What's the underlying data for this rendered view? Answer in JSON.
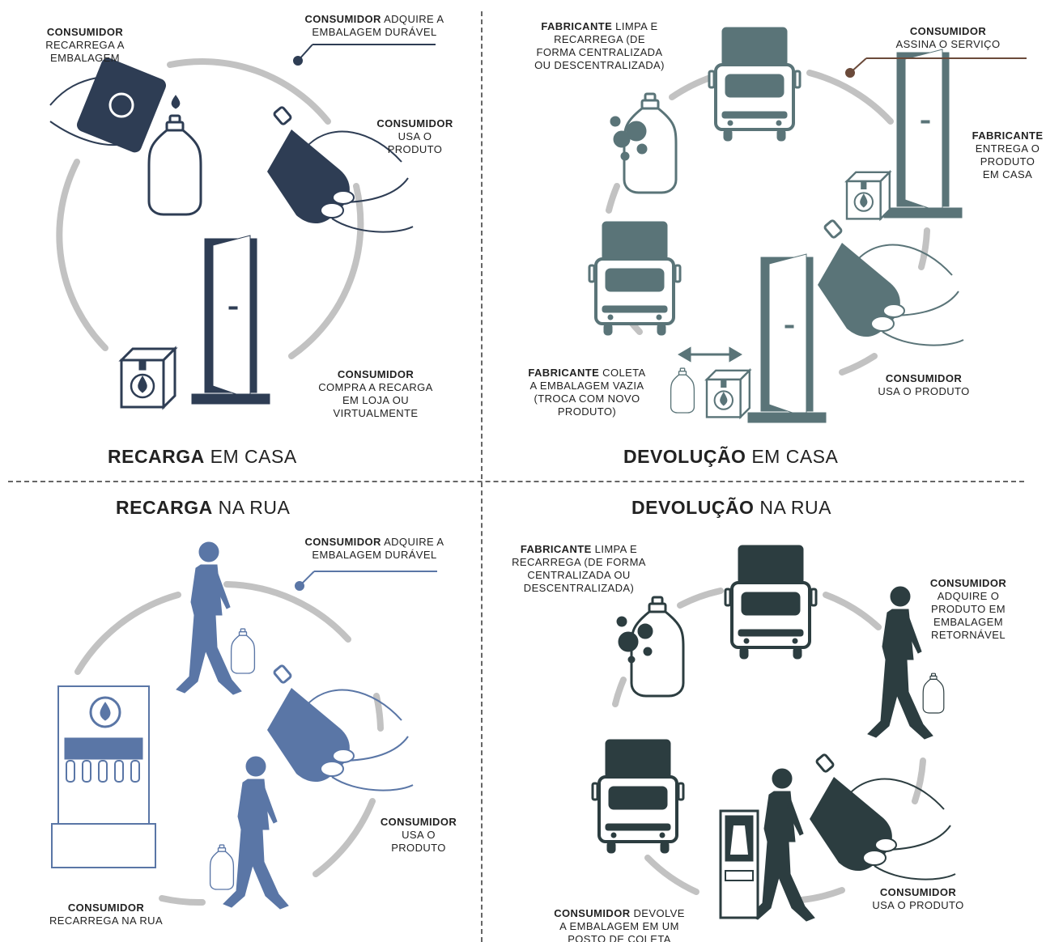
{
  "colors": {
    "recarga_casa": "#2e3d54",
    "devolucao_casa": "#5a7478",
    "recarga_rua": "#5a76a6",
    "devolucao_rua": "#2c3d40",
    "ring": "#c2c2c2"
  },
  "q1": {
    "title_bold": "RECARGA",
    "title_rest": " EM CASA",
    "labels": [
      {
        "bold": "CONSUMIDOR",
        "rest": "RECARREGA A EMBALAGEM",
        "lines": [
          "RECARREGA A",
          "EMBALAGEM"
        ]
      },
      {
        "bold": "CONSUMIDOR",
        "rest": " ADQUIRE A",
        "line2": "EMBALAGEM DURÁVEL"
      },
      {
        "bold": "CONSUMIDOR",
        "lines": [
          "USA O",
          "PRODUTO"
        ]
      },
      {
        "bold": "CONSUMIDOR",
        "lines": [
          "COMPRA A RECARGA",
          "EM LOJA OU",
          "VIRTUALMENTE"
        ]
      }
    ]
  },
  "q2": {
    "title_bold": "DEVOLUÇÃO",
    "title_rest": " EM CASA",
    "labels": [
      {
        "bold": "FABRICANTE",
        "rest": " LIMPA E",
        "lines": [
          "RECARREGA (DE",
          "FORMA CENTRALIZADA",
          "OU DESCENTRALIZADA)"
        ]
      },
      {
        "bold": "CONSUMIDOR",
        "lines": [
          "ASSINA O SERVIÇO"
        ]
      },
      {
        "bold": "FABRICANTE",
        "lines": [
          "ENTREGA O",
          "PRODUTO",
          "EM CASA"
        ]
      },
      {
        "bold": "FABRICANTE",
        "rest": " COLETA",
        "lines": [
          "A EMBALAGEM VAZIA",
          "(TROCA COM NOVO",
          "PRODUTO)"
        ]
      },
      {
        "bold": "CONSUMIDOR",
        "lines": [
          "USA O PRODUTO"
        ]
      }
    ]
  },
  "q3": {
    "title_bold": "RECARGA",
    "title_rest": " NA RUA",
    "labels": [
      {
        "bold": "CONSUMIDOR",
        "rest": " ADQUIRE A",
        "line2": "EMBALAGEM DURÁVEL"
      },
      {
        "bold": "CONSUMIDOR",
        "lines": [
          "USA O",
          "PRODUTO"
        ]
      },
      {
        "bold": "CONSUMIDOR",
        "lines": [
          "RECARREGA NA RUA"
        ]
      }
    ]
  },
  "q4": {
    "title_bold": "DEVOLUÇÃO",
    "title_rest": " NA RUA",
    "labels": [
      {
        "bold": "FABRICANTE",
        "rest": " LIMPA E",
        "lines": [
          "RECARREGA (DE FORMA",
          "CENTRALIZADA OU",
          "DESCENTRALIZADA)"
        ]
      },
      {
        "bold": "CONSUMIDOR",
        "lines": [
          "ADQUIRE O",
          "PRODUTO EM",
          "EMBALAGEM",
          "RETORNÁVEL"
        ]
      },
      {
        "bold": "CONSUMIDOR",
        "lines": [
          "USA O PRODUTO"
        ]
      },
      {
        "bold": "CONSUMIDOR",
        "rest": " DEVOLVE",
        "lines": [
          "A EMBALAGEM EM UM",
          "POSTO DE COLETA"
        ]
      }
    ]
  },
  "icons": [
    "hand-refill-icon",
    "bottle-icon",
    "hand-bottle-icon",
    "door-icon",
    "box-icon",
    "truck-icon",
    "person-walking-icon",
    "dispenser-icon",
    "collection-point-icon",
    "double-arrow-icon"
  ]
}
